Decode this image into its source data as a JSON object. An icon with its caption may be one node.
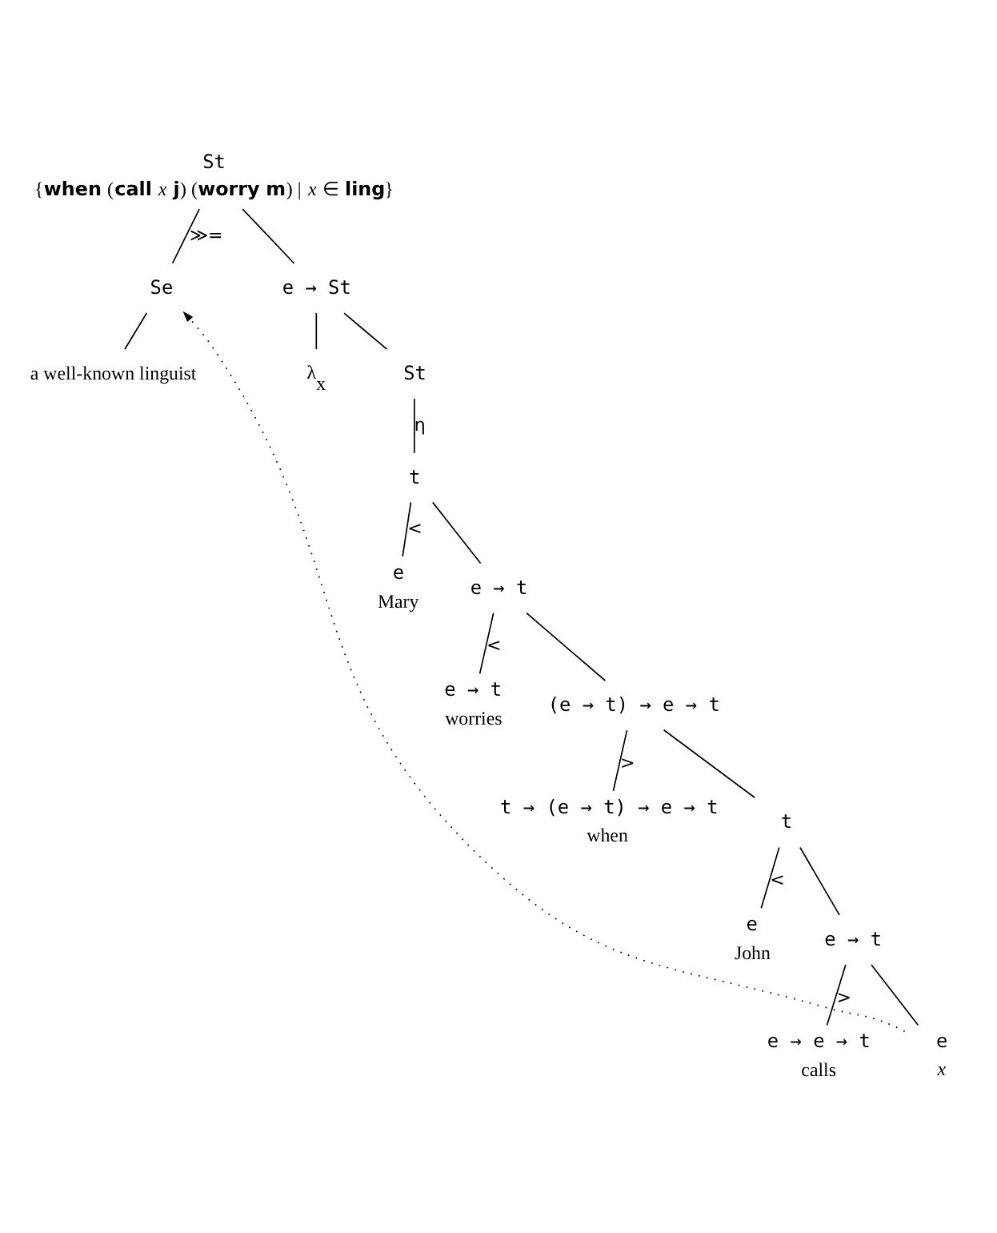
{
  "diagram": {
    "nodes": [
      {
        "text": [
          "St",
          "{**when** (**call** *x* **j**) (**worry** **m**) | *x* ∈ **ling**}"
        ]
      },
      {
        "text": [
          "Se"
        ]
      },
      {
        "text": [
          "e → St"
        ]
      },
      {
        "text": [
          "a well-known linguist"
        ]
      },
      {
        "text": [
          "λ$_{x}$"
        ]
      },
      {
        "text": [
          "St"
        ]
      },
      {
        "text": [
          "t"
        ]
      },
      {
        "text": [
          "e",
          "Mary"
        ]
      },
      {
        "text": [
          "e → t"
        ]
      },
      {
        "text": [
          "e → t",
          "worries"
        ]
      },
      {
        "text": [
          "(e → t) → e → t"
        ]
      },
      {
        "text": [
          "t → (e → t) → e → t",
          "when"
        ]
      },
      {
        "text": [
          "t"
        ]
      },
      {
        "text": [
          "e",
          "John"
        ]
      },
      {
        "text": [
          "e → t"
        ]
      },
      {
        "text": [
          "e → e → t",
          "calls"
        ]
      },
      {
        "text": [
          "e",
          "*x*"
        ]
      }
    ],
    "edges": [
      {
        "from": 0,
        "to": 1,
        "arrow": "none",
        "label": "≫="
      },
      {
        "from": 0,
        "to": 2,
        "arrow": "none"
      },
      {
        "from": 1,
        "to": 3,
        "arrow": "none"
      },
      {
        "from": 2,
        "to": 4,
        "arrow": "none"
      },
      {
        "from": 2,
        "to": 5,
        "arrow": "none"
      },
      {
        "from": 5,
        "to": 6,
        "arrow": "none",
        "label": "η"
      },
      {
        "from": 6,
        "to": 7,
        "arrow": "none",
        "label": "<"
      },
      {
        "from": 6,
        "to": 8,
        "arrow": "none"
      },
      {
        "from": 8,
        "to": 9,
        "arrow": "none",
        "label": "<"
      },
      {
        "from": 8,
        "to": 10,
        "arrow": "none"
      },
      {
        "from": 10,
        "to": 11,
        "arrow": "none",
        "label": ">"
      },
      {
        "from": 10,
        "to": 12,
        "arrow": "none"
      },
      {
        "from": 12,
        "to": 13,
        "arrow": "none",
        "label": "<"
      },
      {
        "from": 12,
        "to": 14,
        "arrow": "none"
      },
      {
        "from": 14,
        "to": 15,
        "arrow": "none",
        "label": ">"
      },
      {
        "from": 14,
        "to": 16,
        "arrow": "none"
      },
      {
        "from": 16,
        "to": 1,
        "arrow": "to",
        "style": "dashed"
      }
    ]
  }
}
